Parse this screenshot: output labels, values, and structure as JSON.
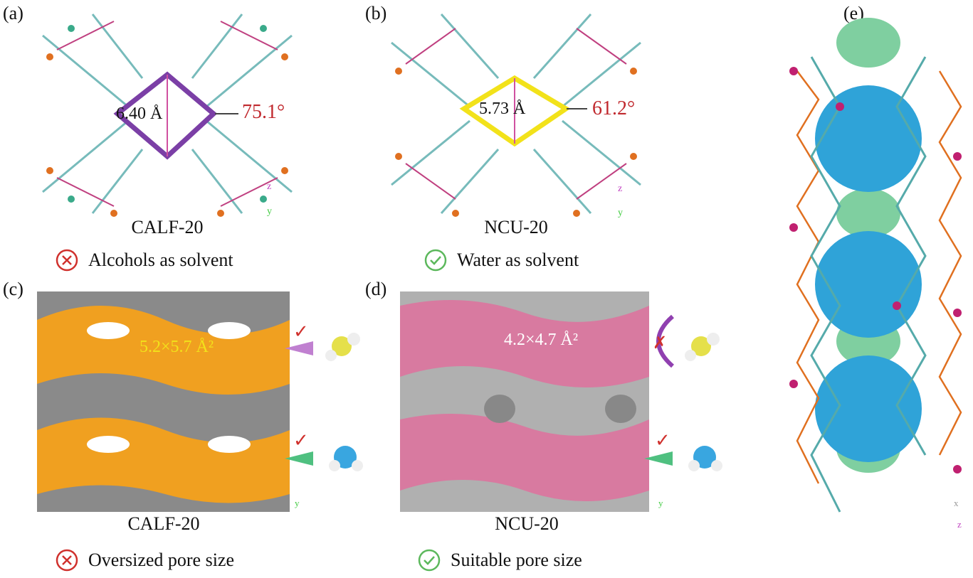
{
  "panels": {
    "a": {
      "label": "(a)",
      "material": "CALF-20",
      "distance": "6.40 Å",
      "angle": "75.1°",
      "verdict": "Alcohols as solvent",
      "verdict_icon": "cross-circle-icon"
    },
    "b": {
      "label": "(b)",
      "material": "NCU-20",
      "distance": "5.73 Å",
      "angle": "61.2°",
      "verdict": "Water as solvent",
      "verdict_icon": "check-circle-icon"
    },
    "c": {
      "label": "(c)",
      "material": "CALF-20",
      "pore": "5.2×5.7 Å²",
      "verdict": "Oversized pore size",
      "verdict_icon": "cross-circle-icon"
    },
    "d": {
      "label": "(d)",
      "material": "NCU-20",
      "pore": "4.2×4.7 Å²",
      "verdict": "Suitable pore size",
      "verdict_icon": "check-circle-icon"
    },
    "e": {
      "label": "(e)"
    }
  },
  "axes": {
    "z": "z",
    "y": "y",
    "x": "x"
  },
  "colors": {
    "cross": "#d0312d",
    "check": "#5cb85c",
    "orange_surface": "#f0a020",
    "pink_surface": "#d87aa0",
    "purple": "#7b3fa6",
    "yellow": "#f2e21a",
    "sphere_blue": "#2fa3d8",
    "sphere_green": "#7fcfa0"
  }
}
